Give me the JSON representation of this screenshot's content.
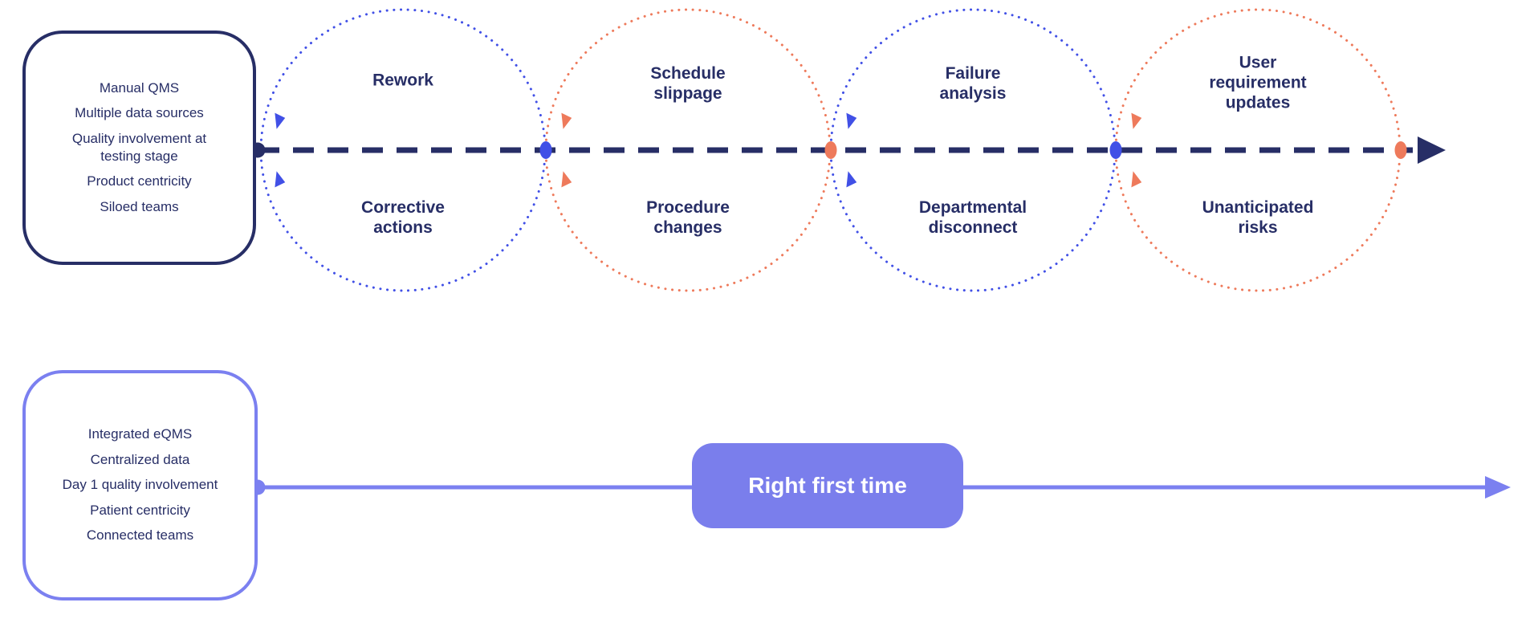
{
  "diagram_title": "",
  "colors": {
    "navy": "#272E66",
    "loop_blue": "#4150E6",
    "loop_coral": "#EE7A5B",
    "periwinkle": "#7B80F0",
    "pill_fill": "#7A7EEC",
    "pill_text": "#FFFFFF"
  },
  "top_flow": {
    "box_items": [
      "Manual QMS",
      "Multiple data sources",
      "Quality involvement at testing stage",
      "Product centricity",
      "Siloed teams"
    ],
    "loops": [
      {
        "top": "Rework",
        "bottom": "Corrective actions",
        "color": "#4150E6"
      },
      {
        "top": "Schedule slippage",
        "bottom": "Procedure changes",
        "color": "#EE7A5B"
      },
      {
        "top": "Failure analysis",
        "bottom": "Departmental disconnect",
        "color": "#4150E6"
      },
      {
        "top": "User requirement updates",
        "bottom": "Unanticipated risks",
        "color": "#EE7A5B"
      }
    ]
  },
  "bottom_flow": {
    "box_items": [
      "Integrated eQMS",
      "Centralized data",
      "Day 1 quality involvement",
      "Patient centricity",
      "Connected teams"
    ],
    "pill_label": "Right first time"
  }
}
